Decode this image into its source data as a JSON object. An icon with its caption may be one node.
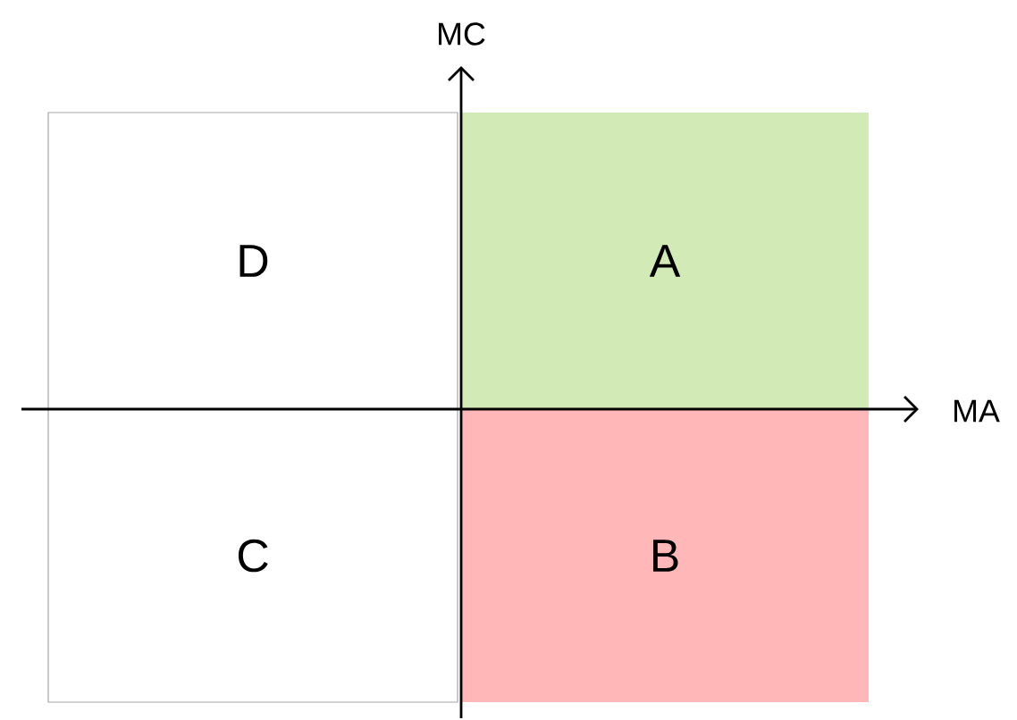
{
  "diagram": {
    "nodes": [
      {
        "text": [
          "D"
        ]
      },
      {
        "text": [
          "A"
        ]
      },
      {
        "text": [
          "C"
        ]
      },
      {
        "text": [
          "B"
        ]
      }
    ],
    "labels": [
      "MC",
      "MA"
    ]
  }
}
